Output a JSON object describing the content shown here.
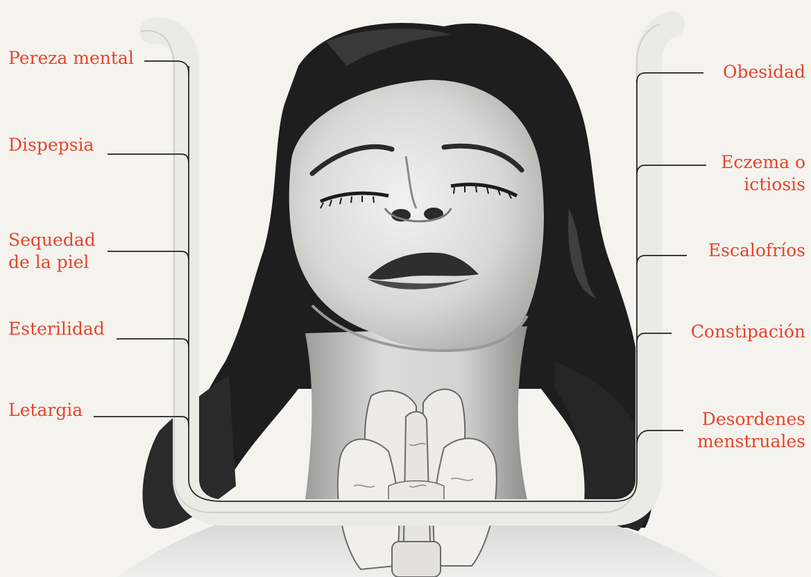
{
  "colors": {
    "label": "#e8432b",
    "background": "#f4f3ee",
    "hair": "#1e1e1e",
    "skin": "#dcdcd8",
    "frame": "#ebebe6",
    "leader_line": "#222222"
  },
  "labels_left": [
    {
      "id": "pereza-mental",
      "lines": [
        "Pereza mental"
      ]
    },
    {
      "id": "dispepsia",
      "lines": [
        "Dispepsia"
      ]
    },
    {
      "id": "sequedad-de-la-piel",
      "lines": [
        "Sequedad",
        "de la piel"
      ]
    },
    {
      "id": "esterilidad",
      "lines": [
        "Esterilidad"
      ]
    },
    {
      "id": "letargia",
      "lines": [
        "Letargia"
      ]
    }
  ],
  "labels_right": [
    {
      "id": "obesidad",
      "lines": [
        "Obesidad"
      ]
    },
    {
      "id": "eczema-o-ictiosis",
      "lines": [
        "Eczema o",
        "ictiosis"
      ]
    },
    {
      "id": "escalofrios",
      "lines": [
        "Escalofríos"
      ]
    },
    {
      "id": "constipacion",
      "lines": [
        "Constipación"
      ]
    },
    {
      "id": "desordenes-menstruales",
      "lines": [
        "Desordenes",
        "menstruales"
      ]
    }
  ]
}
